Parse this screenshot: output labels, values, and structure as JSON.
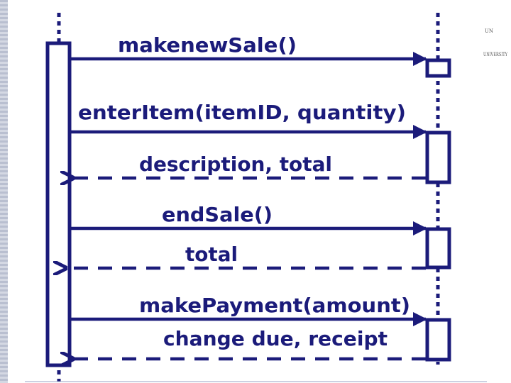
{
  "colors": {
    "ink": "#1b1b7a",
    "background": "#ffffff",
    "margin_strip": "#c4c9d8"
  },
  "messages": [
    {
      "label": "makenewSale()",
      "kind": "call"
    },
    {
      "label": "enterItem(itemID, quantity)",
      "kind": "call"
    },
    {
      "label": "description, total",
      "kind": "return"
    },
    {
      "label": "endSale()",
      "kind": "call"
    },
    {
      "label": "total",
      "kind": "return"
    },
    {
      "label": "makePayment(amount)",
      "kind": "call"
    },
    {
      "label": "change due, receipt",
      "kind": "return"
    }
  ],
  "corner_mark": {
    "line1": "UN",
    "line2": "UNIVERSITY"
  }
}
